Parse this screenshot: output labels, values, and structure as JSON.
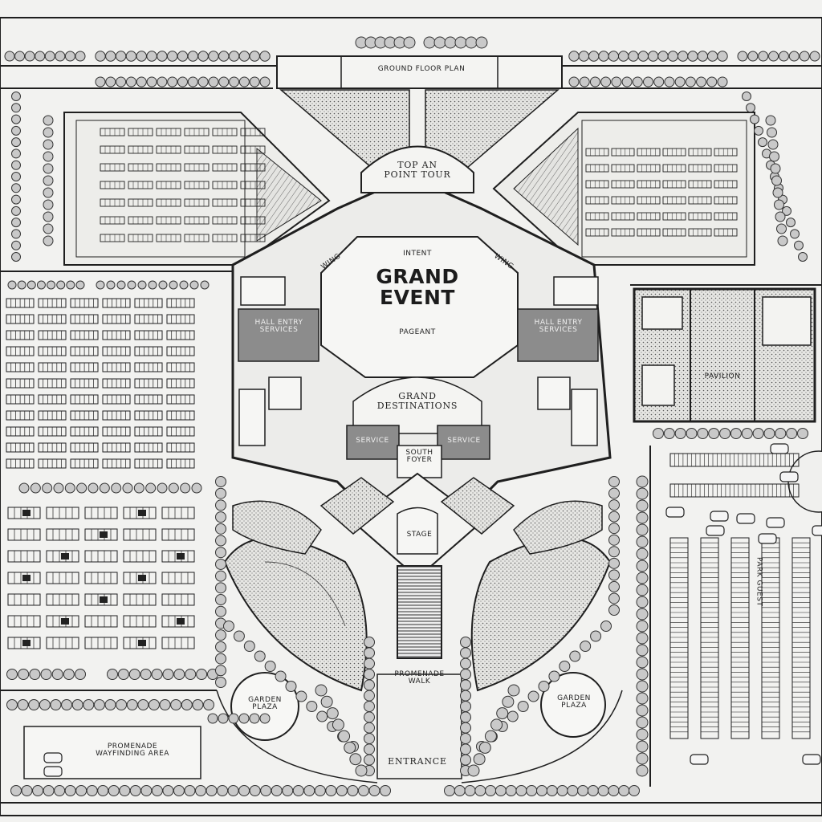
{
  "venue_title": {
    "line1": "GRAND",
    "line2": "EVENT"
  },
  "labels": {
    "top_building": "GROUND FLOOR PLAN",
    "entry_tower": "TOP AN\nPOINT TOUR",
    "main_hall_over": "INTENT",
    "main_hall_under": "PAGEANT",
    "left_wing": "WING",
    "right_wing": "WING",
    "left_hall": "HALL ENTRY\nSERVICES",
    "right_hall": "HALL ENTRY\nSERVICES",
    "central_court": "GRAND\nDESTINATIONS",
    "left_room": "SERVICE",
    "right_room": "SERVICE",
    "south_foyer": "SOUTH\nFOYER",
    "stage": "STAGE",
    "promenade": "PROMENADE\nWALK",
    "left_plaza": "GARDEN\nPLAZA",
    "right_plaza": "GARDEN\nPLAZA",
    "annex": "PAVILION",
    "right_parking": "PARK GUEST",
    "south_entry": "ENTRANCE",
    "sw_sign": "PROMENADE\nWAYFINDING AREA"
  },
  "colors": {
    "ink": "#1f1f1f",
    "paper": "#f2f2f0",
    "accent_block": "#8c8c8c",
    "tree_fill": "#c9c9c9"
  }
}
